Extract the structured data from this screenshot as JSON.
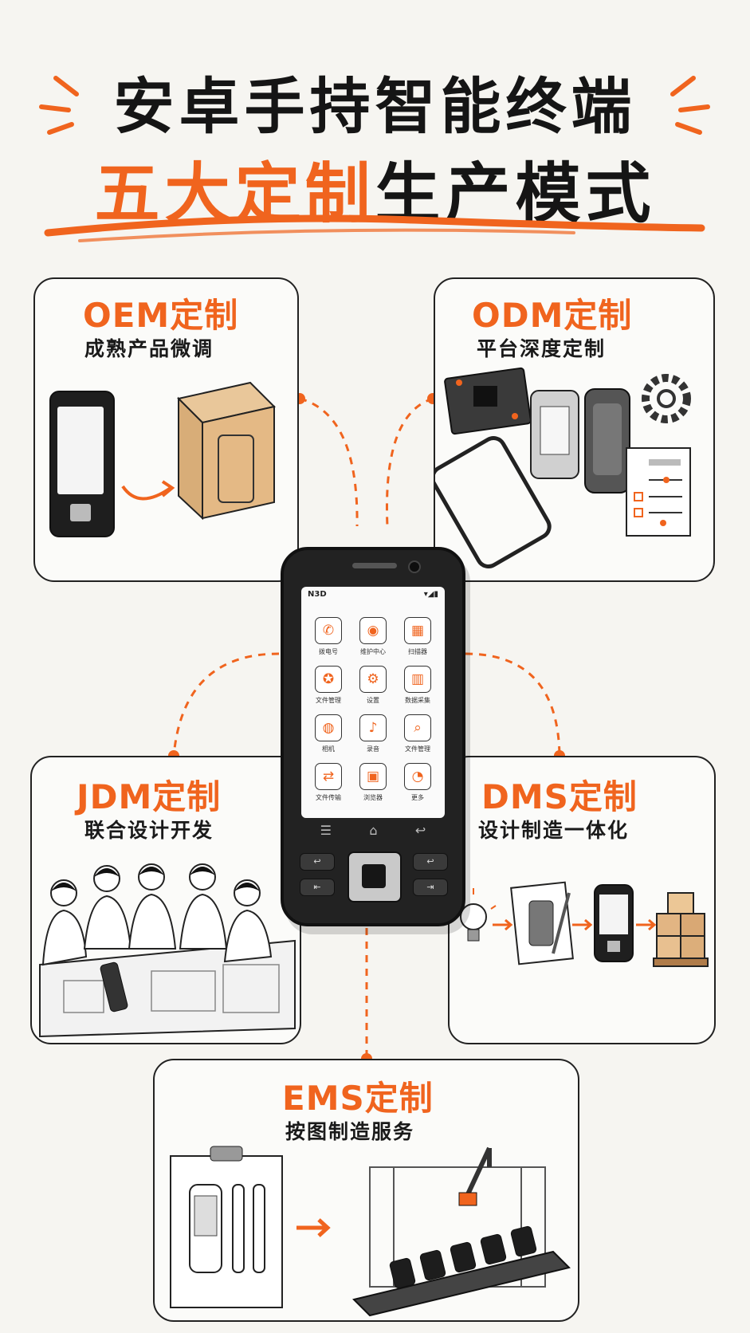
{
  "title": {
    "line1": "安卓手持智能终端",
    "line2_accent": "五大定制",
    "line2_dark": "生产模式"
  },
  "cards": {
    "oem": {
      "title": "OEM定制",
      "subtitle": "成熟产品微调"
    },
    "odm": {
      "title": "ODM定制",
      "subtitle": "平台深度定制"
    },
    "jdm": {
      "title": "JDM定制",
      "subtitle": "联合设计开发"
    },
    "dms": {
      "title": "DMS定制",
      "subtitle": "设计制造一体化"
    },
    "ems": {
      "title": "EMS定制",
      "subtitle": "按图制造服务"
    }
  },
  "phone": {
    "status_left": "N3D",
    "status_right": "▾◢▮",
    "apps": [
      {
        "label": "拨电号",
        "icon": "phone-icon",
        "glyph": "✆"
      },
      {
        "label": "维护中心",
        "icon": "camera-icon",
        "glyph": "◉"
      },
      {
        "label": "扫描器",
        "icon": "qr-icon",
        "glyph": "▦"
      },
      {
        "label": "文件管理",
        "icon": "badge-icon",
        "glyph": "✪"
      },
      {
        "label": "设置",
        "icon": "gear-icon",
        "glyph": "⚙"
      },
      {
        "label": "数据采集",
        "icon": "barcode-icon",
        "glyph": "▥"
      },
      {
        "label": "相机",
        "icon": "camera-icon",
        "glyph": "◍"
      },
      {
        "label": "录音",
        "icon": "audio-icon",
        "glyph": "♪"
      },
      {
        "label": "文件管理",
        "icon": "search-icon",
        "glyph": "⌕"
      },
      {
        "label": "文件传输",
        "icon": "transfer-icon",
        "glyph": "⇄"
      },
      {
        "label": "浏览器",
        "icon": "browser-icon",
        "glyph": "▣"
      },
      {
        "label": "更多",
        "icon": "more-icon",
        "glyph": "◔"
      }
    ],
    "nav": [
      "☰",
      "⌂",
      "↩"
    ],
    "keys": [
      "↩",
      "↩",
      "⇤",
      "⇥"
    ]
  },
  "colors": {
    "accent": "#f0641e",
    "ink": "#151515",
    "paper": "#f6f5f1"
  }
}
